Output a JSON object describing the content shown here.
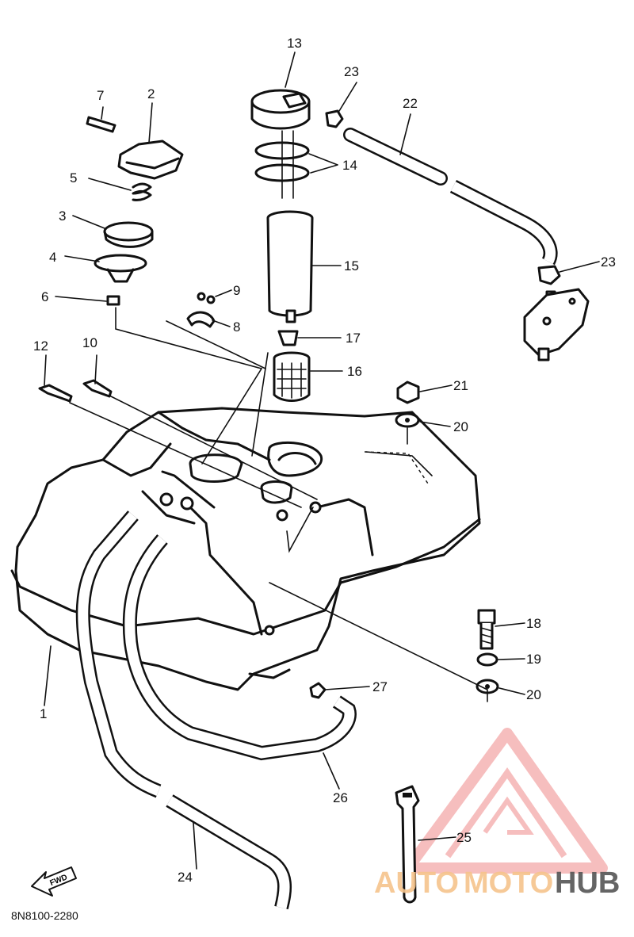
{
  "diagram": {
    "code": "8N8100-2280",
    "fwd_label": "FWD",
    "callouts": {
      "c1": "1",
      "c2": "2",
      "c3": "3",
      "c4": "4",
      "c5": "5",
      "c6": "6",
      "c7": "7",
      "c8": "8",
      "c9": "9",
      "c10": "10",
      "c12": "12",
      "c13": "13",
      "c14": "14",
      "c15": "15",
      "c16": "16",
      "c17": "17",
      "c18": "18",
      "c19": "19",
      "c20a": "20",
      "c20b": "20",
      "c21": "21",
      "c22": "22",
      "c23a": "23",
      "c23b": "23",
      "c24": "24",
      "c25": "25",
      "c26": "26",
      "c27": "27"
    }
  },
  "watermark": {
    "part1": "AUTO",
    "part2": "MOTO",
    "part3": "HUB",
    "color_light": "#f6c48c",
    "color_dark": "#555555",
    "logo_color": "#f08a8a"
  }
}
